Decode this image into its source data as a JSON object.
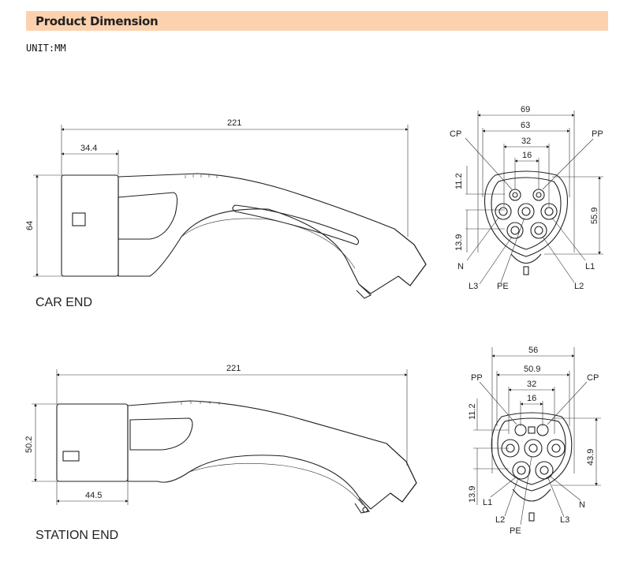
{
  "header": {
    "title": "Product Dimension"
  },
  "unit": "UNIT:MM",
  "car_end": {
    "caption": "CAR END",
    "side": {
      "length": "221",
      "head_length": "34.4",
      "height": "64"
    },
    "front": {
      "w_outer": "69",
      "w_mid": "63",
      "w_pins": "32",
      "w_pp_cp": "16",
      "v_top": "11.2",
      "v_bottom": "13.9",
      "v_height": "55.9",
      "pins": {
        "cp": "CP",
        "pp": "PP",
        "n": "N",
        "l1": "L1",
        "l3": "L3",
        "pe": "PE",
        "l2": "L2"
      }
    }
  },
  "station_end": {
    "caption": "STATION END",
    "side": {
      "length": "221",
      "head_length": "44.5",
      "height": "50.2"
    },
    "front": {
      "w_outer": "56",
      "w_mid": "50.9",
      "w_pins": "32",
      "w_pp_cp": "16",
      "v_top": "11.2",
      "v_bottom": "13.9",
      "v_height": "43.9",
      "pins": {
        "pp": "PP",
        "cp": "CP",
        "l1": "L1",
        "n": "N",
        "l2": "L2",
        "pe": "PE",
        "l3": "L3"
      }
    }
  }
}
